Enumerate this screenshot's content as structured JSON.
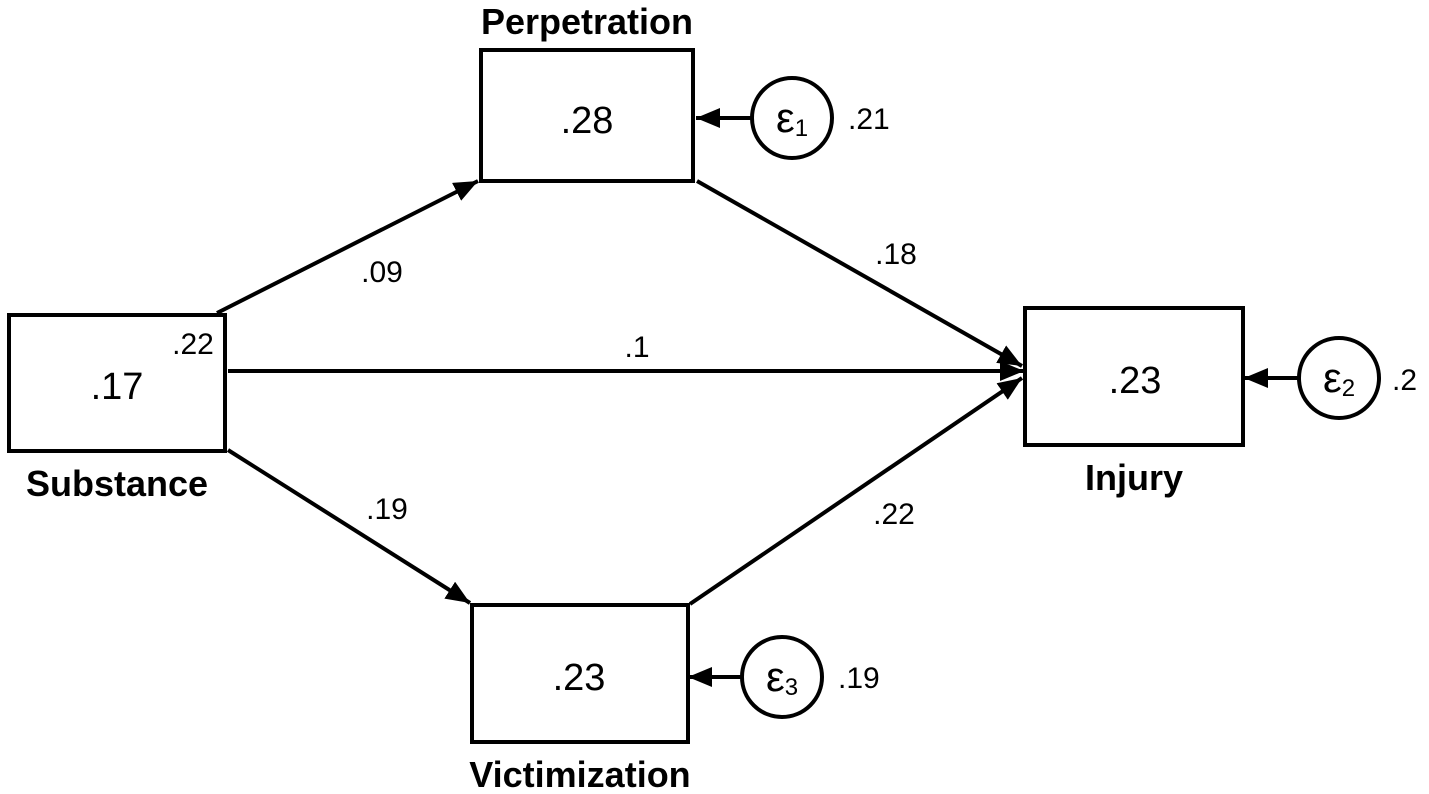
{
  "variables": {
    "substance": {
      "name": "Substance",
      "value": ".17",
      "variance": ".22"
    },
    "perpetration": {
      "name": "Perpetration",
      "value": ".28"
    },
    "victimization": {
      "name": "Victimization",
      "value": ".23"
    },
    "injury": {
      "name": "Injury",
      "value": ".23"
    }
  },
  "errors": {
    "e1": {
      "symbol": "ε",
      "index": "1",
      "value": ".21"
    },
    "e2": {
      "symbol": "ε",
      "index": "2",
      "value": ".2"
    },
    "e3": {
      "symbol": "ε",
      "index": "3",
      "value": ".19"
    }
  },
  "paths": {
    "substance_perpetration": ".09",
    "substance_injury": ".1",
    "substance_victimization": ".19",
    "perpetration_injury": ".18",
    "victimization_injury": ".22"
  },
  "colors": {
    "stroke": "#000000",
    "background": "#ffffff"
  }
}
